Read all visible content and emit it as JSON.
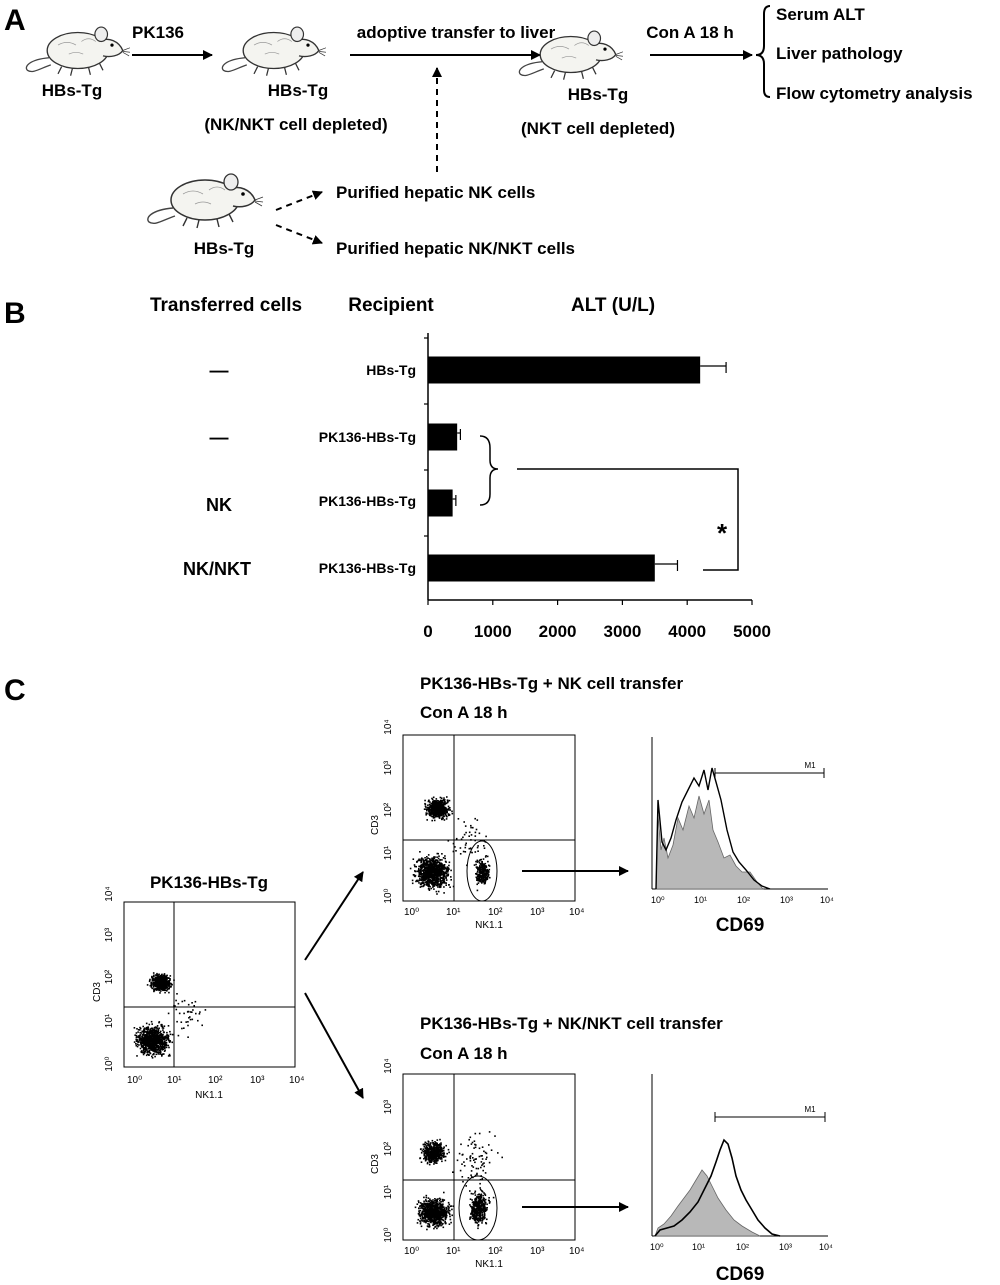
{
  "panel_a": {
    "label": "A",
    "mouse_labels": [
      "HBs-Tg",
      "HBs-Tg",
      "HBs-Tg",
      "HBs-Tg"
    ],
    "treatment": "PK136",
    "recipient_note": "(NK/NKT cell depleted)",
    "transfer_label": "adoptive transfer to liver",
    "post_transfer_note": "(NKT cell depleted)",
    "challenge": "Con A  18 h",
    "readouts": [
      "Serum ALT",
      "Liver pathology",
      "Flow cytometry analysis"
    ],
    "donor_products": [
      "Purified hepatic NK cells",
      "Purified hepatic NK/NKT cells"
    ]
  },
  "panel_b": {
    "label": "B",
    "col_headers": {
      "transferred": "Transferred cells",
      "recipient": "Recipient",
      "alt": "ALT (U/L)"
    },
    "rows": [
      {
        "transferred": "—",
        "recipient": "HBs-Tg"
      },
      {
        "transferred": "—",
        "recipient": "PK136-HBs-Tg"
      },
      {
        "transferred": "NK",
        "recipient": "PK136-HBs-Tg"
      },
      {
        "transferred": "NK/NKT",
        "recipient": "PK136-HBs-Tg"
      }
    ],
    "significance": "*"
  },
  "chart_data": {
    "type": "bar",
    "orientation": "horizontal",
    "categories": [
      "HBs-Tg",
      "PK136-HBs-Tg",
      "PK136-HBs-Tg",
      "PK136-HBs-Tg"
    ],
    "values": [
      4200,
      450,
      380,
      3500
    ],
    "errors": [
      400,
      50,
      50,
      350
    ],
    "xlabel": "ALT (U/L)",
    "xlim": [
      0,
      5000
    ],
    "xticks": [
      "0",
      "1000",
      "2000",
      "3000",
      "4000",
      "5000"
    ],
    "color": "#000000"
  },
  "panel_c": {
    "label": "C",
    "base_plot_title": "PK136-HBs-Tg",
    "top_title": "PK136-HBs-Tg + NK cell transfer",
    "bottom_title": "PK136-HBs-Tg + NK/NKT cell transfer",
    "condition": "Con A 18 h",
    "x_axis_label": "NK1.1",
    "y_axis_label": "CD3",
    "histogram_label": "CD69",
    "marker_label": "M1",
    "ticks": [
      "10⁰",
      "10¹",
      "10²",
      "10³",
      "10⁴"
    ]
  }
}
